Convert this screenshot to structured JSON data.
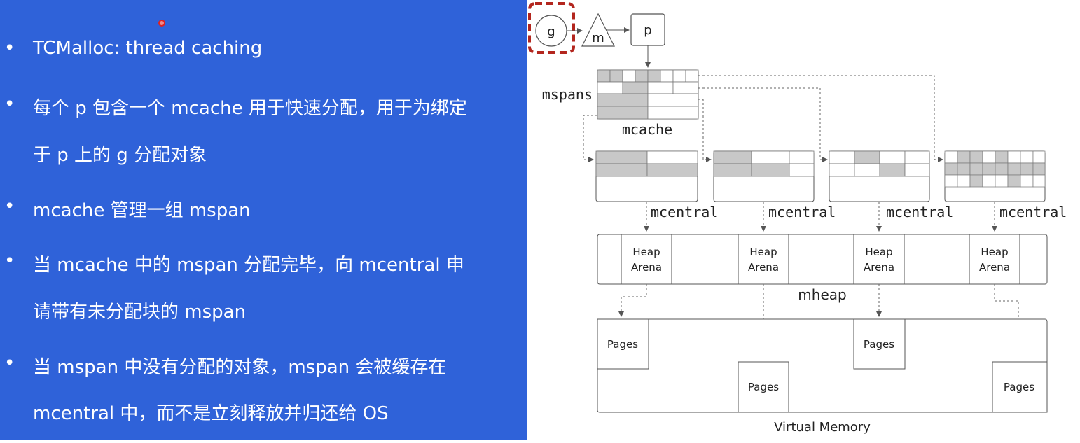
{
  "bullets": [
    {
      "text": "TCMalloc: thread caching"
    },
    {
      "text": "每个 p 包含一个 mcache 用于快速分配，用于为绑定"
    },
    {
      "text": "于 p 上的 g 分配对象"
    },
    {
      "text": "mcache 管理一组 mspan"
    },
    {
      "text": "当 mcache 中的 mspan 分配完毕，向 mcentral 申"
    },
    {
      "text": "请带有未分配块的 mspan"
    },
    {
      "text": "当 mspan 中没有分配的对象，mspan 会被缓存在"
    },
    {
      "text": "mcentral 中，而不是立刻释放并归还给 OS"
    }
  ],
  "bullet_glyph": "•",
  "diagram": {
    "g": "g",
    "m": "m",
    "p": "p",
    "mspans": "mspans",
    "mcache": "mcache",
    "mcentral": [
      "mcentral",
      "mcentral",
      "mcentral",
      "mcentral"
    ],
    "arena": [
      "Heap",
      "Arena"
    ],
    "mheap": "mheap",
    "pages": "Pages",
    "virtual_memory": "Virtual Memory"
  },
  "colors": {
    "slide_bg": "#2f62d9",
    "highlight": "#b3261e",
    "cell_fill": "#c8c8c8"
  }
}
